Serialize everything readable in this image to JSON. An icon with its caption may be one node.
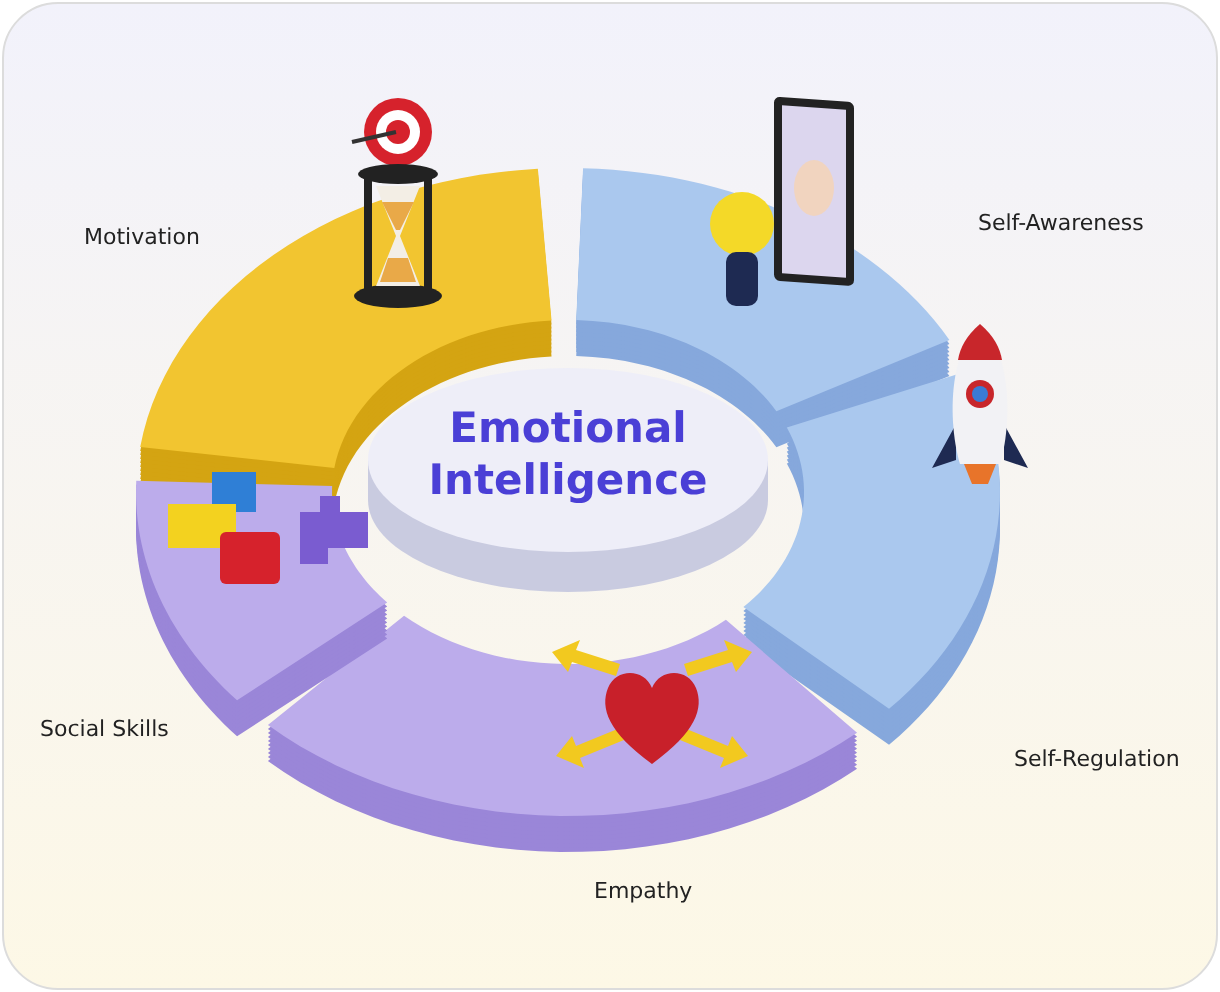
{
  "diagram": {
    "nodes": [
      {
        "text": [
          "Emotional Intelligence"
        ]
      },
      {
        "text": [
          "Motivation"
        ]
      },
      {
        "text": [
          "Self-Awareness"
        ]
      },
      {
        "text": [
          "Self-Regulation"
        ]
      },
      {
        "text": [
          "Empathy"
        ]
      },
      {
        "text": [
          "Social Skills"
        ]
      }
    ]
  }
}
